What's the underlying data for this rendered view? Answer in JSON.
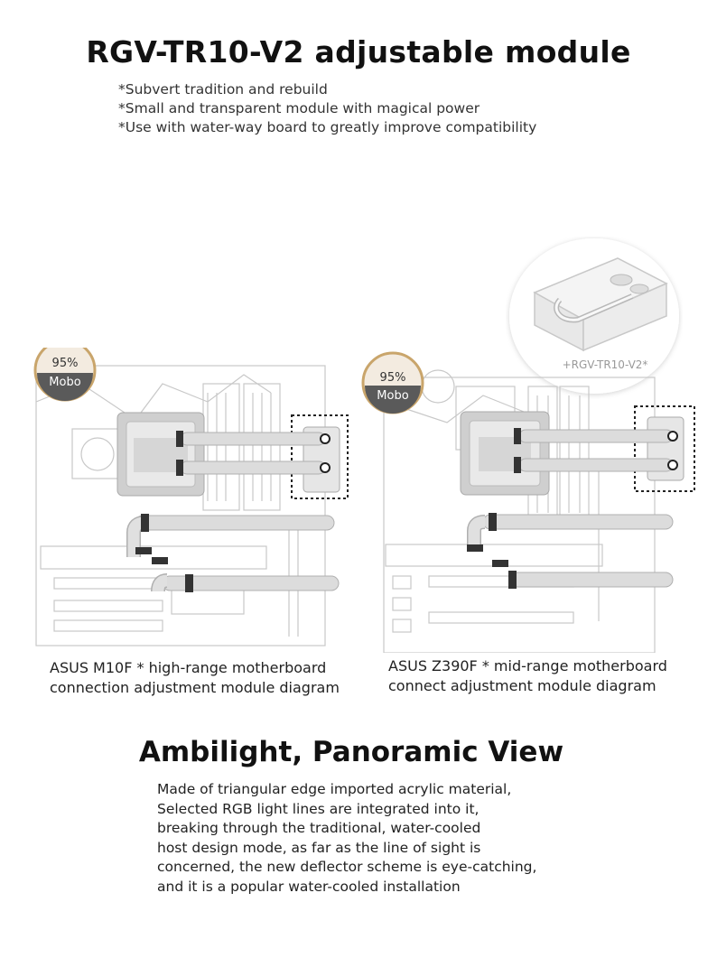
{
  "header": {
    "title": "RGV-TR10-V2 adjustable module",
    "bullets": [
      "*Subvert tradition and rebuild",
      "*Small and transparent module with magical power",
      "*Use with water-way board to greatly improve compatibility"
    ]
  },
  "diagrams": {
    "left": {
      "badge_percent": "95%",
      "badge_label": "Mobo",
      "caption_line1": "ASUS M10F * high-range motherboard",
      "caption_line2": "connection adjustment module diagram"
    },
    "right": {
      "badge_percent": "95%",
      "badge_label": "Mobo",
      "caption_line1": "ASUS Z390F * mid-range motherboard",
      "caption_line2": "connect adjustment module diagram"
    },
    "module": {
      "label": "+RGV-TR10-V2*"
    }
  },
  "section2": {
    "title": "Ambilight, Panoramic View",
    "paragraph": [
      "Made of triangular edge imported acrylic material,",
      "Selected RGB light lines are integrated into it,",
      "breaking through the traditional, water-cooled",
      "host design mode, as far as the line of sight is",
      "concerned, the new deflector scheme is eye-catching,",
      "and it is a popular water-cooled installation"
    ]
  },
  "colors": {
    "badge_ring": "#c9a56b",
    "badge_fill": "#f3ebe0",
    "badge_band": "#5a5a5a",
    "tube": "#d8d8d8",
    "board_line": "#c8c8c8",
    "fitting": "#333333"
  }
}
